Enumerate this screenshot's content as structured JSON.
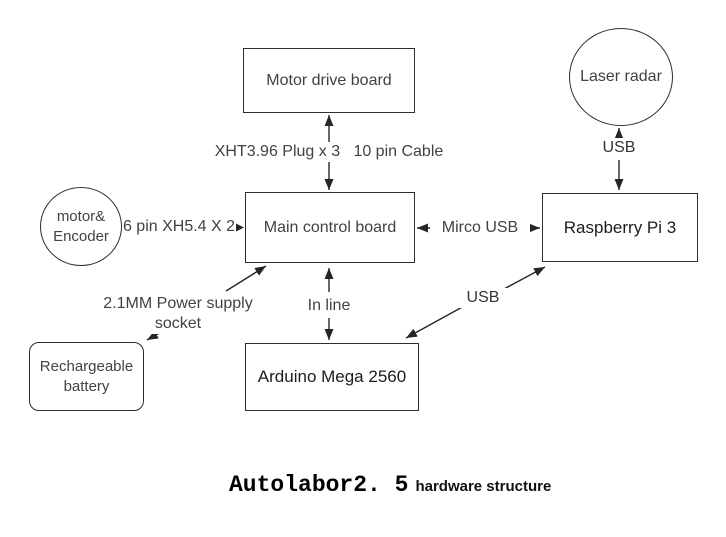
{
  "title": {
    "brand": "Autolabor2. 5",
    "suffix": "hardware structure"
  },
  "nodes": {
    "motor_drive_board": {
      "label": "Motor drive board",
      "shape": "rect"
    },
    "main_control_board": {
      "label": "Main control board",
      "shape": "rect"
    },
    "raspberry_pi": {
      "label": "Raspberry Pi 3",
      "shape": "rect"
    },
    "arduino_mega": {
      "label": "Arduino Mega 2560",
      "shape": "rect"
    },
    "rechargeable_battery": {
      "line1": "Rechargeable",
      "line2": "battery",
      "shape": "rounded-rect"
    },
    "motor_encoder": {
      "line1": "motor&",
      "line2": "Encoder",
      "shape": "circle"
    },
    "laser_radar": {
      "label": "Laser radar",
      "shape": "circle"
    }
  },
  "connections": {
    "xht_cable": {
      "label": "XHT3.96 Plug x 3   10 pin Cable",
      "from": "Main control board",
      "to": "Motor drive board",
      "arrows": "both"
    },
    "six_pin": {
      "label": "6 pin XH5.4 X 2",
      "from": "motor& Encoder",
      "to": "Main control board",
      "arrows": "to"
    },
    "mirco_usb": {
      "label": "Mirco USB",
      "from": "Main control board",
      "to": "Raspberry Pi 3",
      "arrows": "both"
    },
    "usb_laser": {
      "label": "USB",
      "from": "Raspberry Pi 3",
      "to": "Laser radar",
      "arrows": "both"
    },
    "power_socket": {
      "label": "2.1MM Power supply socket",
      "from": "Rechargeable battery",
      "to": "Main control board",
      "arrows": "both"
    },
    "in_line": {
      "label": "In line",
      "from": "Arduino Mega 2560",
      "to": "Main control board",
      "arrows": "both"
    },
    "usb_arduino": {
      "label": "USB",
      "from": "Arduino Mega 2560",
      "to": "Raspberry Pi 3",
      "arrows": "both"
    }
  },
  "colors": {
    "background": "#ffffff",
    "line": "#262626",
    "text_gray": "#424242",
    "text_dark": "#1c1c1c",
    "title_text": "#000000"
  }
}
